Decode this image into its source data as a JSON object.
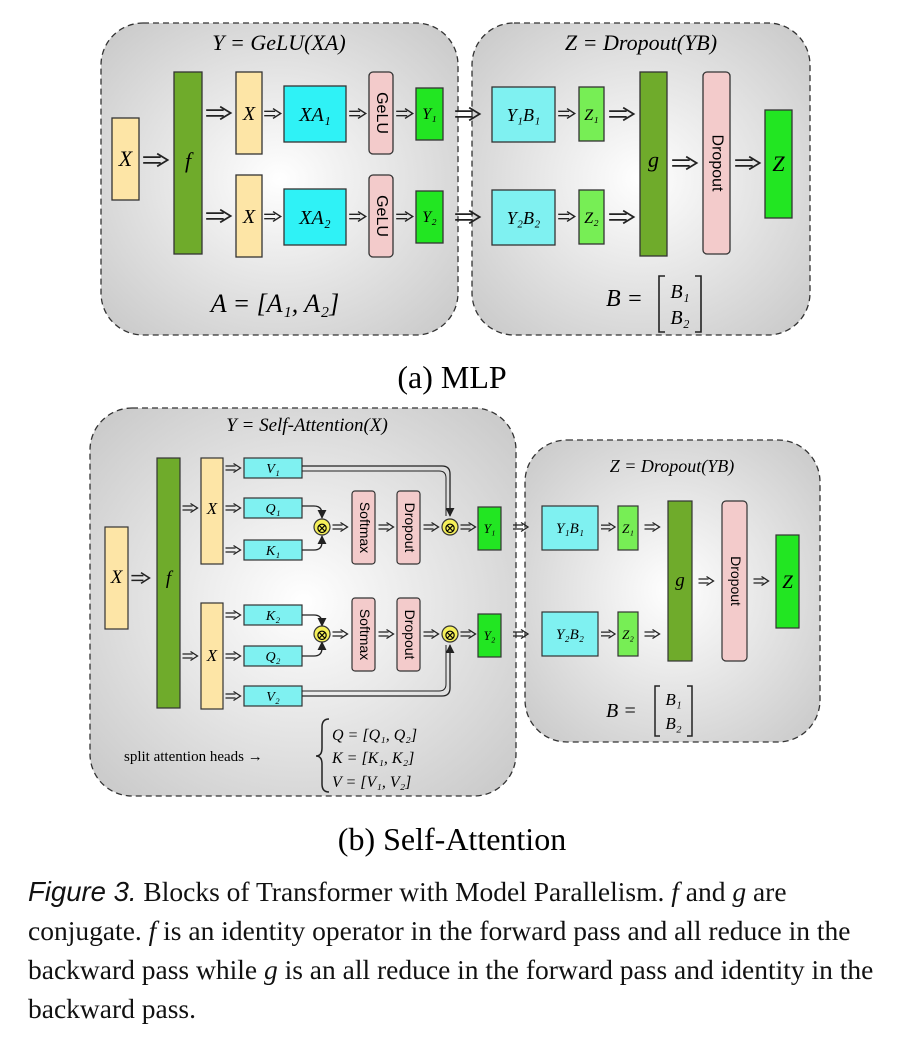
{
  "mlp": {
    "left_title": "Y = GeLU(XA)",
    "right_title": "Z = Dropout(YB)",
    "x_in": "X",
    "f": "f",
    "x_top": "X",
    "x_bottom": "X",
    "xa1": "XA₁",
    "xa2": "XA₂",
    "gelu_top": "GeLU",
    "gelu_bottom": "GeLU",
    "y1": "Y₁",
    "y2": "Y₂",
    "y1b1": "Y₁B₁",
    "y2b2": "Y₂B₂",
    "z1": "Z₁",
    "z2": "Z₂",
    "g": "g",
    "dropout": "Dropout",
    "z_out": "Z",
    "a_formula": "A = [A₁, A₂]",
    "b_label": "B =",
    "b1": "B₁",
    "b2": "B₂",
    "caption": "(a) MLP"
  },
  "attn": {
    "left_title": "Y = Self-Attention(X)",
    "right_title": "Z = Dropout(YB)",
    "x_in": "X",
    "f": "f",
    "x_top": "X",
    "x_bottom": "X",
    "v1": "V₁",
    "q1": "Q₁",
    "k1": "K₁",
    "k2": "K₂",
    "q2": "Q₂",
    "v2": "V₂",
    "mult": "⊗",
    "softmax_top": "Softmax",
    "softmax_bottom": "Softmax",
    "dropout_top": "Dropout",
    "dropout_bottom": "Dropout",
    "y1": "Y₁",
    "y2": "Y₂",
    "y1b1": "Y₁B₁",
    "y2b2": "Y₂B₂",
    "z1": "Z₁",
    "z2": "Z₂",
    "g": "g",
    "dropout": "Dropout",
    "z_out": "Z",
    "b_label": "B =",
    "b1": "B₁",
    "b2": "B₂",
    "split_label": "split attention heads →",
    "q_def": "Q = [Q₁, Q₂]",
    "k_def": "K = [K₁, K₂]",
    "v_def": "V = [V₁, V₂]",
    "caption": "(b) Self-Attention"
  },
  "caption": {
    "label": "Figure 3.",
    "text_1": " Blocks of Transformer with Model Parallelism. ",
    "f": "f",
    "text_2": " and ",
    "g": "g",
    "text_3": " are conjugate. ",
    "f2": "f",
    "text_4": " is an identity operator in the forward pass and all reduce in the backward pass while ",
    "g2": "g",
    "text_5": " is an all reduce in the forward pass and identity in the backward pass."
  },
  "colors": {
    "yellow": "#fde5a6",
    "dark_green": "#6fab2b",
    "cyan": "#2ff2f6",
    "light_cyan": "#7ff1f1",
    "green": "#22e622",
    "light_green": "#77ee55",
    "pink": "#f3cbcb",
    "panel_gray": "#dcdcdc"
  }
}
